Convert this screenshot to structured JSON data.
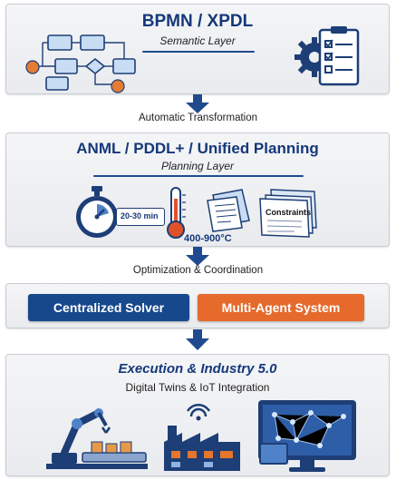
{
  "layers": {
    "semantic": {
      "title": "BPMN / XPDL",
      "subtitle": "Semantic Layer",
      "icons": [
        "process-flow-icon",
        "checklist-gear-icon"
      ]
    },
    "transition1": "Automatic Transformation",
    "planning": {
      "title": "ANML / PDDL+ / Unified Planning",
      "subtitle": "Planning Layer",
      "time_label": "20-30 min",
      "temp_label": "400-900°C",
      "constraints_label": "Constraints",
      "icons": [
        "stopwatch-icon",
        "thermometer-icon",
        "documents-icon"
      ]
    },
    "transition2": "Optimization & Coordination",
    "solvers": {
      "centralized": "Centralized Solver",
      "multi_agent": "Multi-Agent System",
      "colors": {
        "centralized": "#17488c",
        "multi_agent": "#e56a2c"
      }
    },
    "execution": {
      "title": "Execution & Industry 5.0",
      "subtitle": "Digital Twins & IoT Integration",
      "icons": [
        "robot-arm-icon",
        "smart-factory-icon",
        "digital-twin-monitor-icon"
      ]
    }
  },
  "colors": {
    "navy": "#15387a",
    "arrow": "#1f4b8e",
    "orange": "#e56a2c"
  }
}
